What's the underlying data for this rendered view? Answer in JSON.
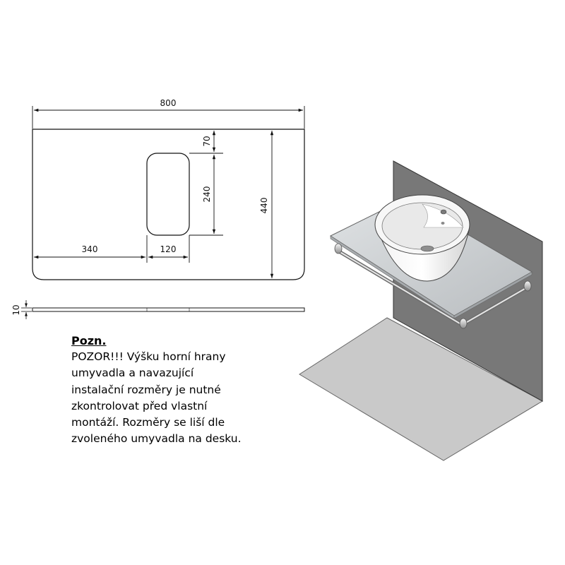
{
  "dimensions": {
    "width": "800",
    "height": "440",
    "top_offset": "70",
    "cutout_height": "240",
    "left_offset": "340",
    "cutout_width": "120",
    "thickness": "10"
  },
  "note": {
    "title": "Pozn.",
    "lines": [
      "POZOR!!! Výšku horní hrany",
      "umyvadla a navazující",
      "instalační rozměry je nutné",
      "zkontrolovat před vlastní",
      "montáží. Rozměry se liší dle",
      "zvoleného umyvadla na desku."
    ]
  }
}
